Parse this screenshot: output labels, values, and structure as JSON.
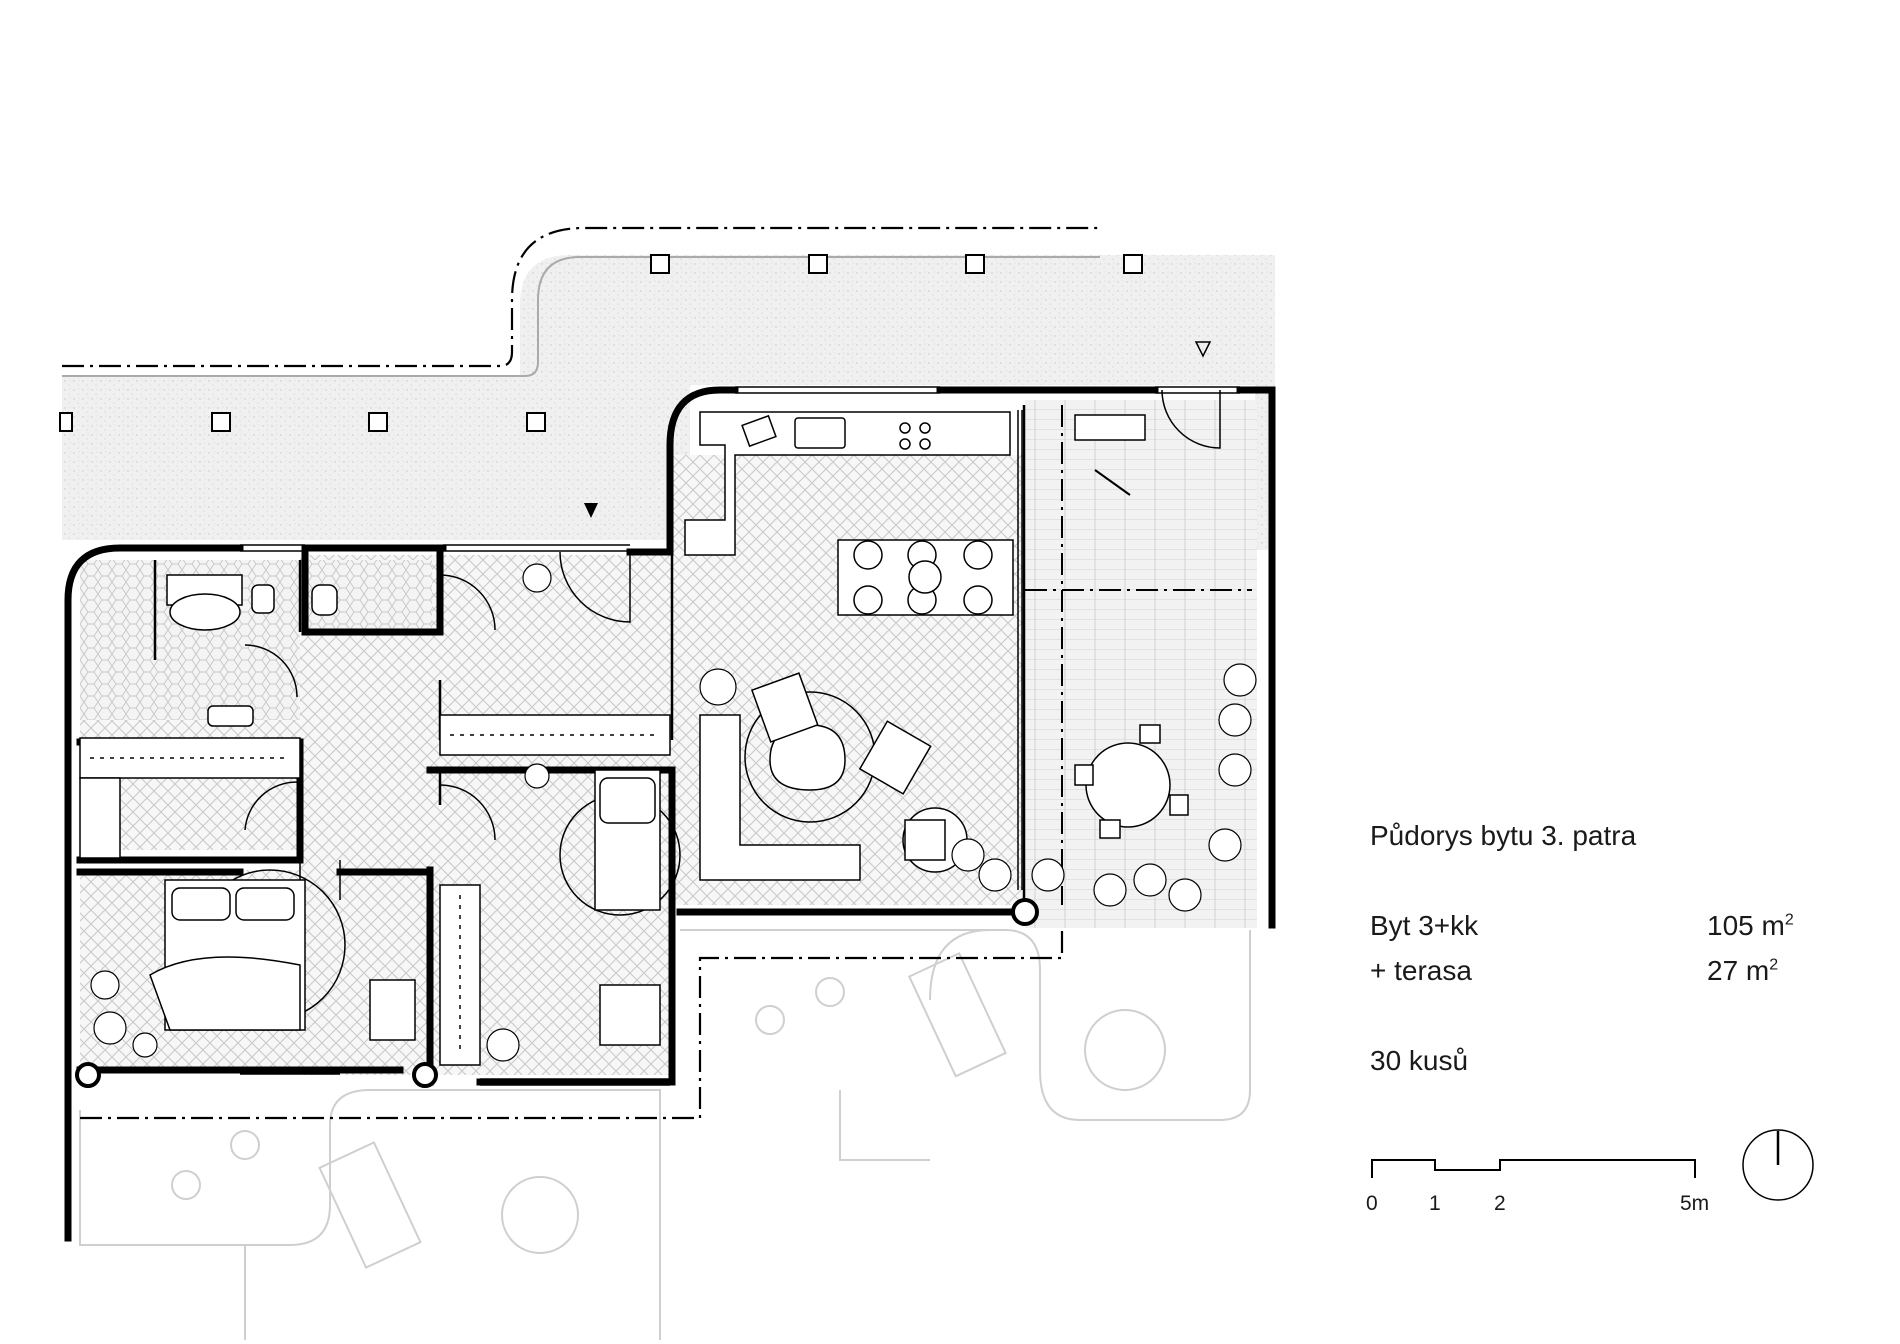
{
  "plan": {
    "title": "Půdorys bytu 3. patra",
    "rows": [
      {
        "label": "Byt 3+kk",
        "value": "105 m",
        "sup": "2"
      },
      {
        "label": "+ terasa",
        "value": "27 m",
        "sup": "2"
      }
    ],
    "count": "30 kusů",
    "scale_ticks": [
      "0",
      "1",
      "2",
      "5m"
    ],
    "colors": {
      "line": "#000000",
      "hatch": "#d9d9d9",
      "terrace": "#eeeeee",
      "ghost": "#cfcfcf"
    }
  }
}
